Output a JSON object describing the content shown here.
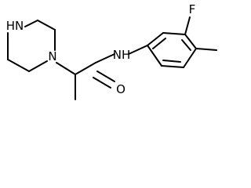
{
  "molecule": {
    "atoms": {
      "nh_piperazine": "HN",
      "n_piperazine": "N",
      "nh_amide": "NH",
      "fluorine": "F",
      "oxygen": "O"
    },
    "colors": {
      "bond": "#000000",
      "label": "#000000",
      "background": "#ffffff"
    }
  }
}
